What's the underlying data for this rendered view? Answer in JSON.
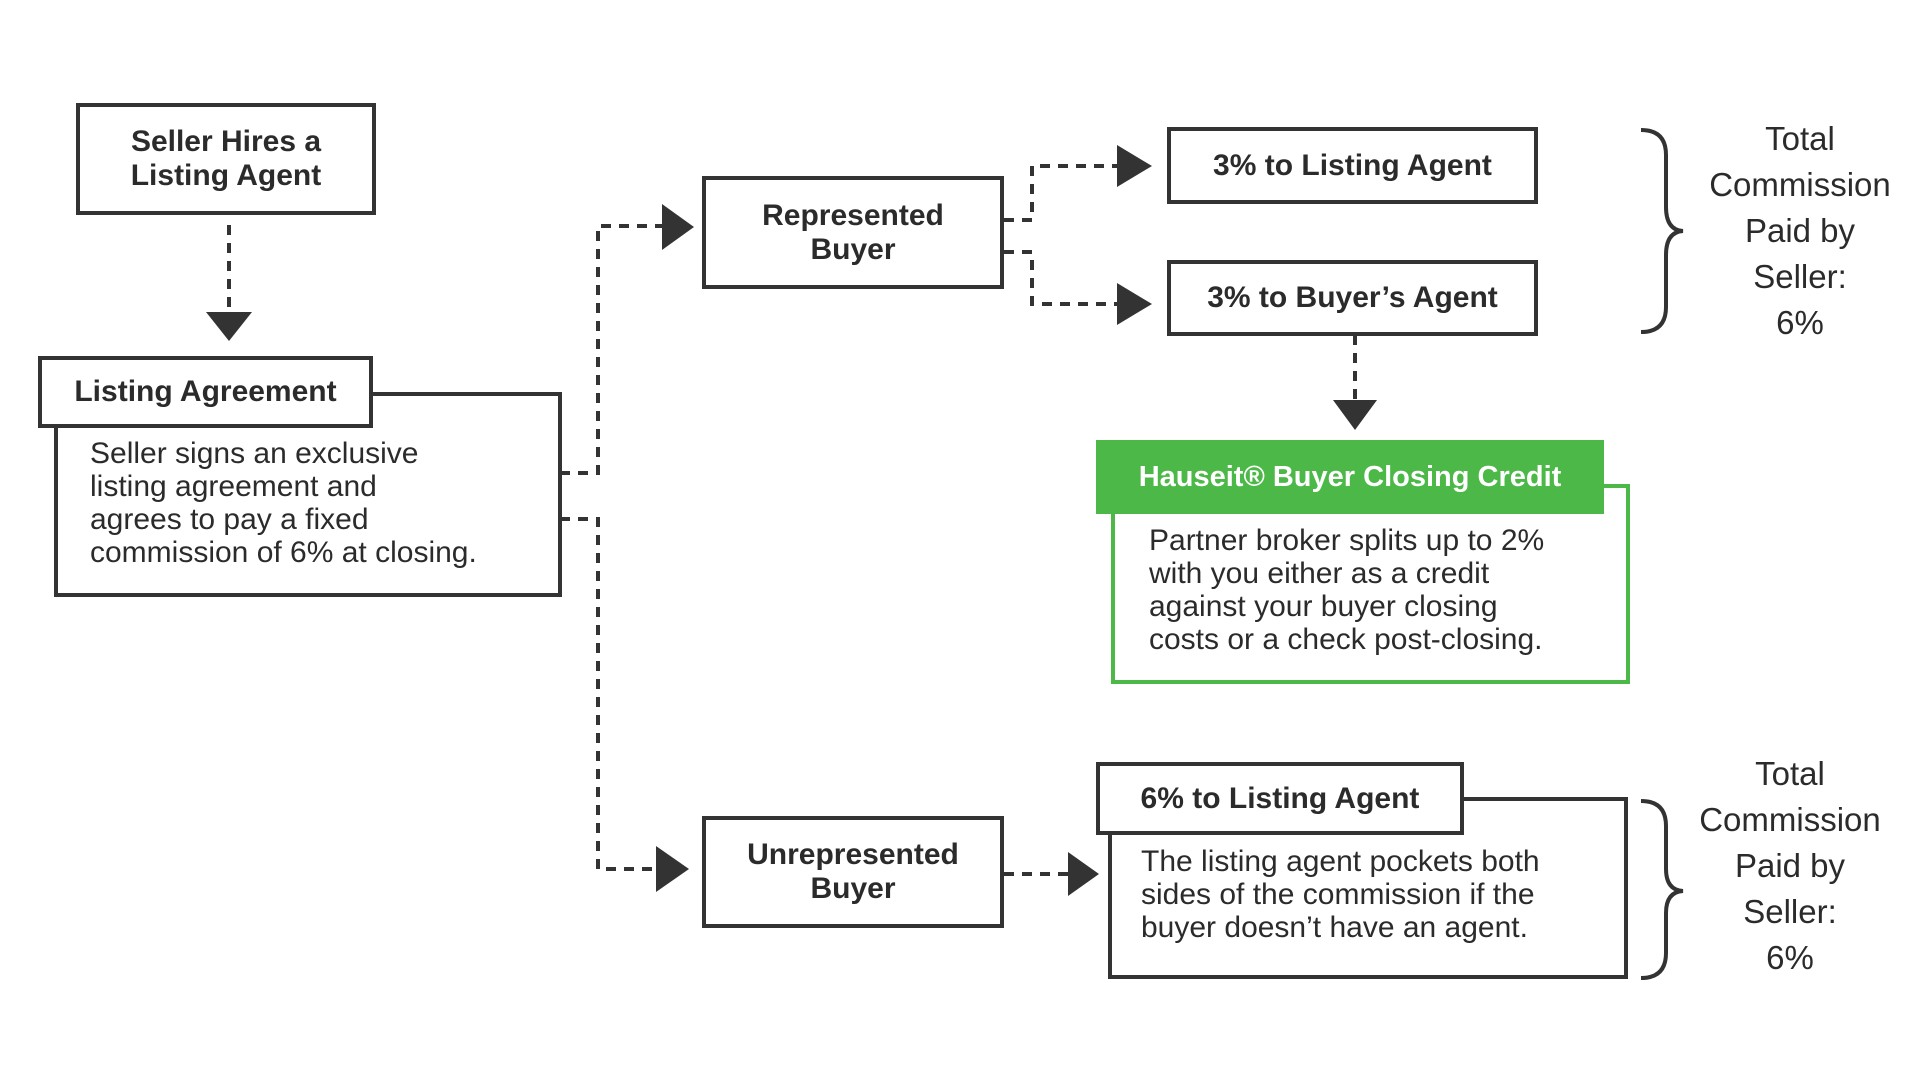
{
  "nodes": {
    "seller_hires": {
      "line1": "Seller Hires a",
      "line2": "Listing Agent"
    },
    "listing_agreement": {
      "title": "Listing Agreement",
      "lines": [
        "Seller signs an exclusive",
        "listing agreement and",
        "agrees to pay a fixed",
        "commission of 6% at closing."
      ]
    },
    "represented_buyer": {
      "line1": "Represented",
      "line2": "Buyer"
    },
    "unrepresented_buyer": {
      "line1": "Unrepresented",
      "line2": "Buyer"
    },
    "listing_agent_3": {
      "label": "3% to Listing Agent"
    },
    "buyers_agent_3": {
      "label": "3% to Buyer’s Agent"
    },
    "closing_credit": {
      "title": "Hauseit® Buyer Closing Credit",
      "lines": [
        "Partner broker splits up to 2%",
        "with you either as a credit",
        "against your buyer closing",
        "costs or a check post-closing."
      ]
    },
    "listing_agent_6": {
      "title": "6% to Listing Agent",
      "lines": [
        "The listing agent pockets both",
        "sides of the commission if the",
        "buyer doesn’t have an agent."
      ]
    }
  },
  "totals": {
    "upper": [
      "Total",
      "Commission",
      "Paid by",
      "Seller:",
      "6%"
    ],
    "lower": [
      "Total",
      "Commission",
      "Paid by",
      "Seller:",
      "6%"
    ]
  },
  "colors": {
    "stroke": "#333333",
    "text": "#2b2b2b",
    "accent_green": "#4cb848",
    "background": "#ffffff"
  }
}
